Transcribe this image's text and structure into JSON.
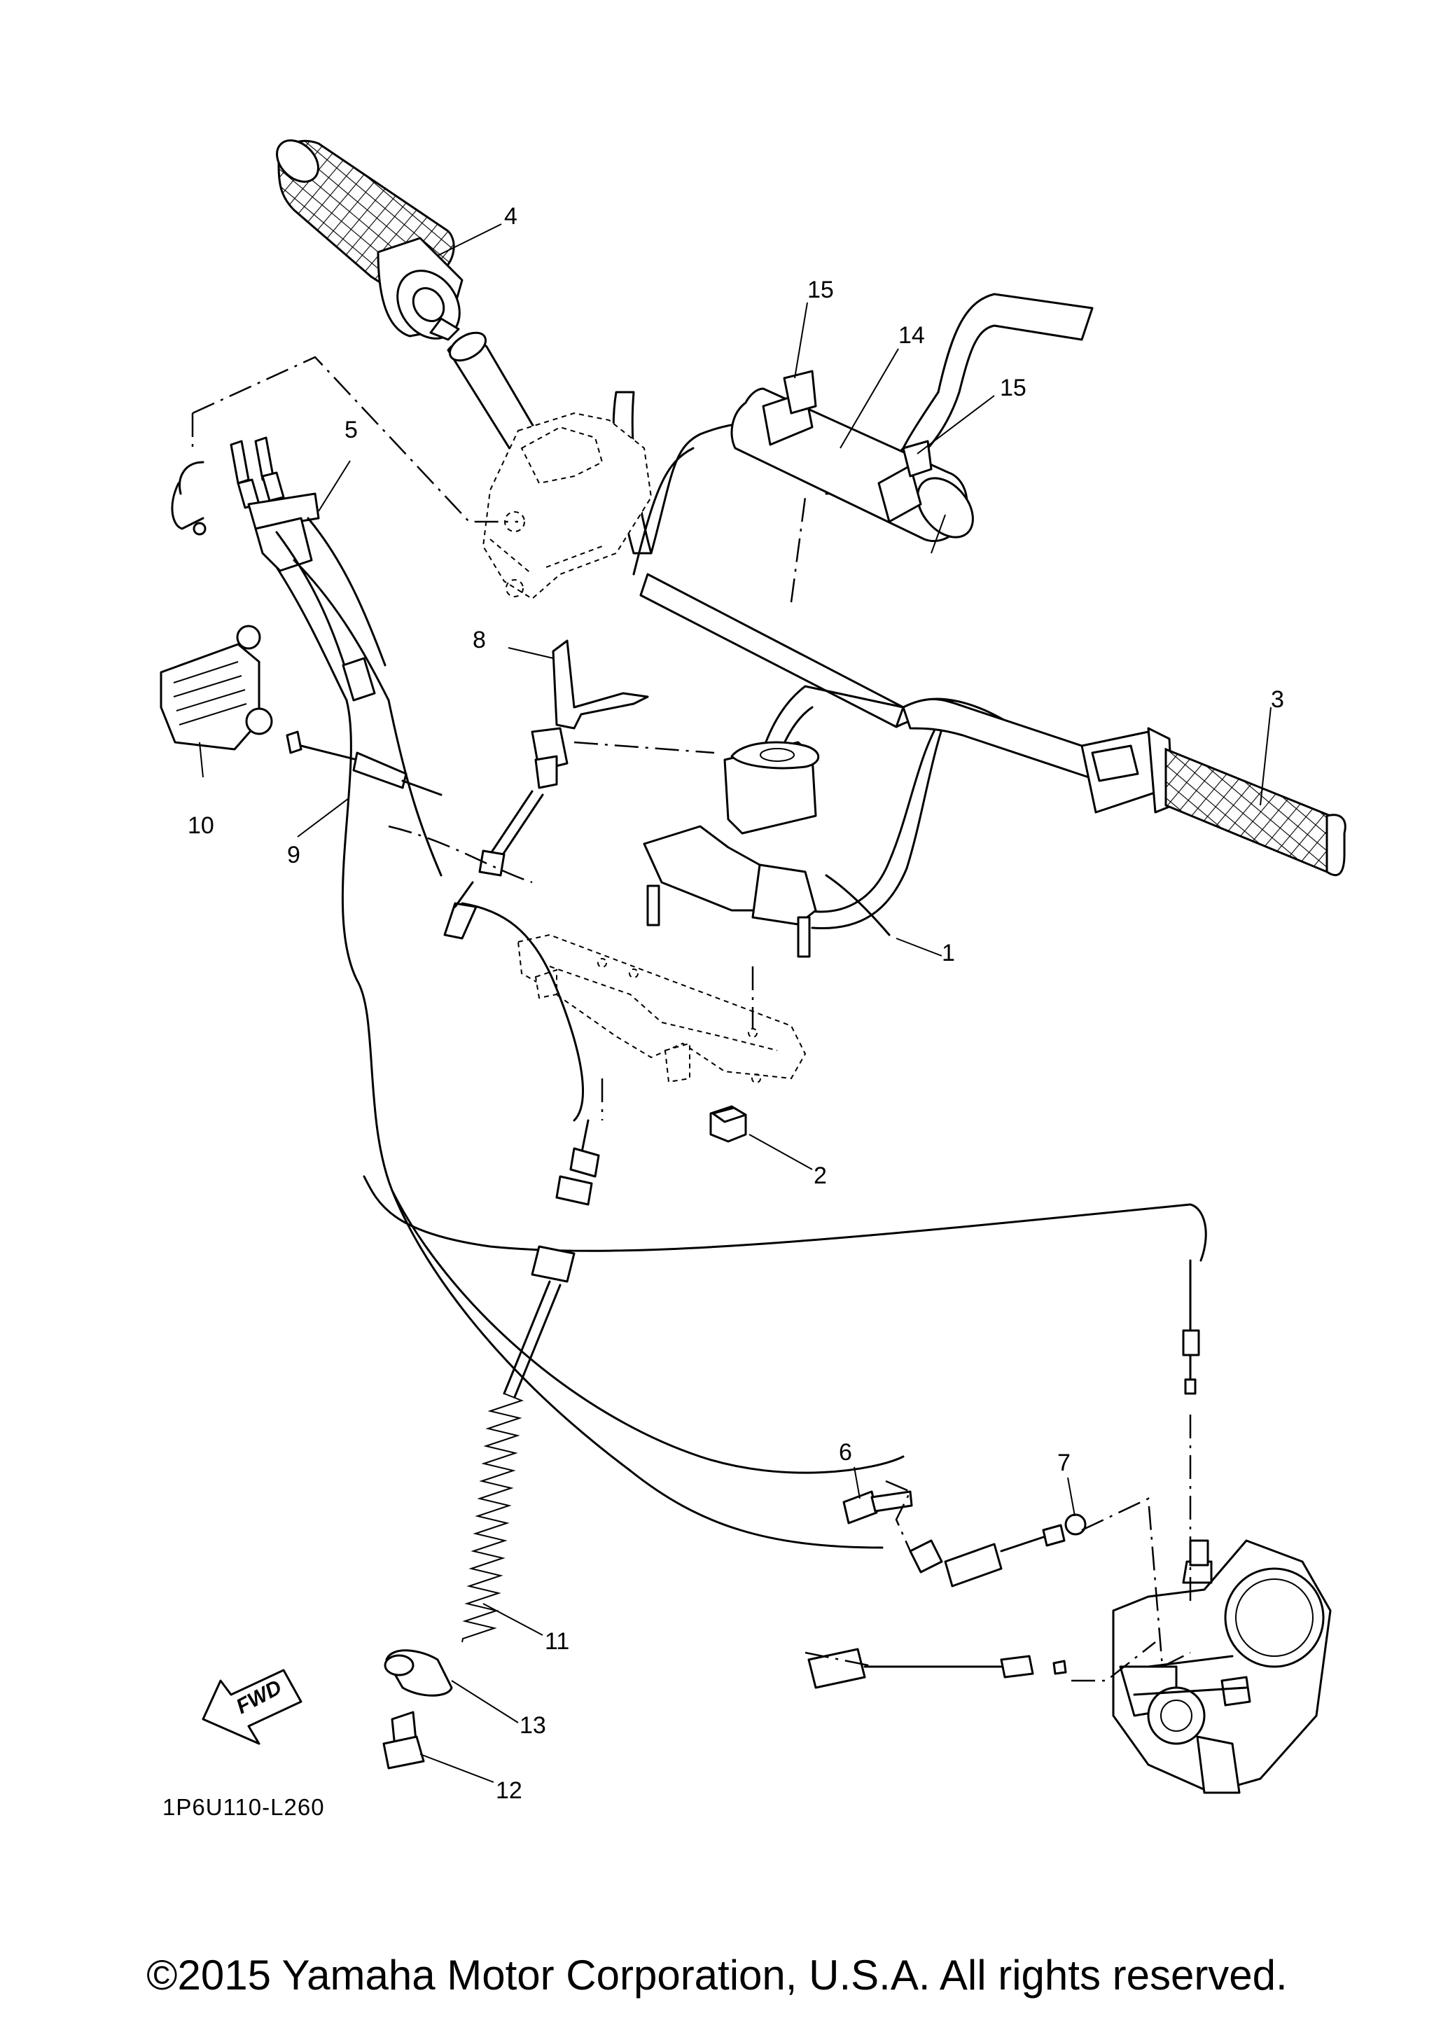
{
  "callouts": {
    "c1": "1",
    "c2": "2",
    "c3": "3",
    "c4": "4",
    "c5": "5",
    "c6": "6",
    "c7": "7",
    "c8": "8",
    "c9": "9",
    "c10": "10",
    "c11": "11",
    "c12": "12",
    "c13": "13",
    "c14": "14",
    "c15a": "15",
    "c15b": "15"
  },
  "fwd_label": "FWD",
  "part_code": "1P6U110-L260",
  "copyright": "©2015 Yamaha Motor Corporation, U.S.A. All rights reserved."
}
